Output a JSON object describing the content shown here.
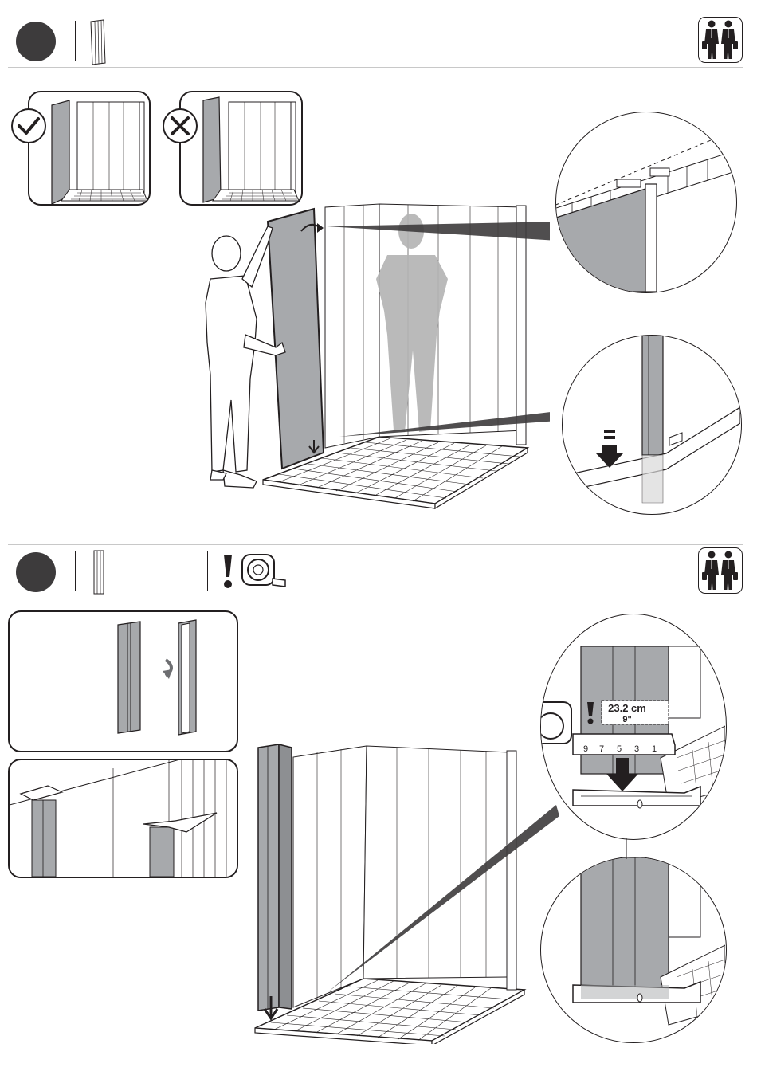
{
  "measurement": {
    "metric": "23.2 cm",
    "imperial": "9\""
  },
  "tape_scale": [
    "9",
    "7",
    "5",
    "3",
    "1"
  ],
  "colors": {
    "ink": "#231f20",
    "step_fill": "#3d3b3c",
    "panel_gray": "#a7a9ac",
    "ghost_gray": "#b3b3b3",
    "divider": "#c8c8c8"
  },
  "icons": {
    "two_person": "two-person-assembly-icon",
    "correct": "checkmark-icon",
    "wrong": "cross-icon",
    "caution": "exclamation-icon",
    "tape": "tape-measure-icon"
  }
}
